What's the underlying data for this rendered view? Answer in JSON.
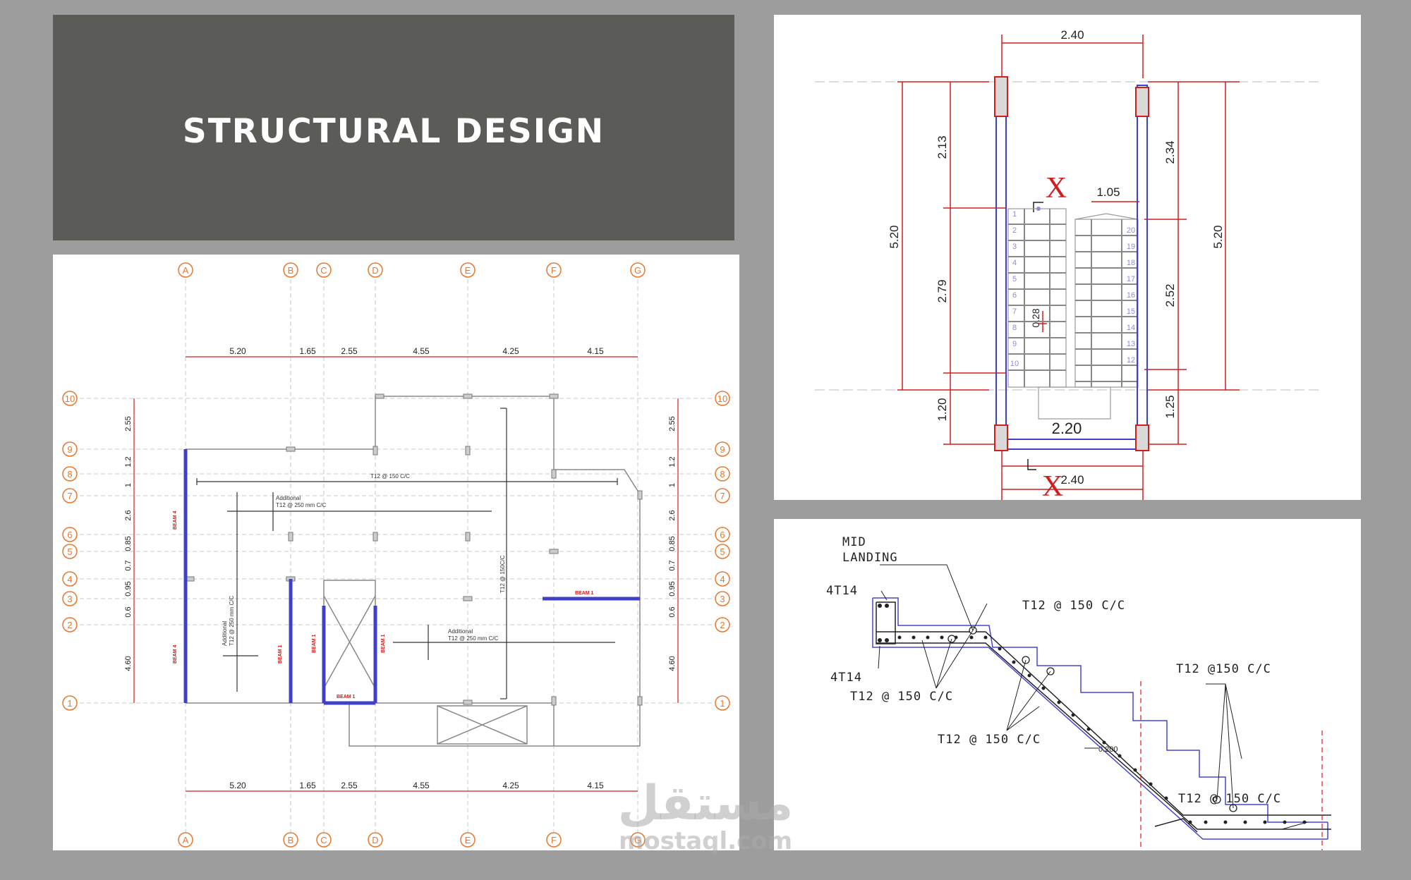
{
  "title": "STRUCTURAL DESIGN",
  "plan": {
    "grid_letters": [
      "A",
      "B",
      "C",
      "D",
      "E",
      "F",
      "G"
    ],
    "grid_numbers": [
      "10",
      "9",
      "8",
      "7",
      "6",
      "5",
      "4",
      "3",
      "2",
      "1"
    ],
    "top_dims": [
      "5.20",
      "1.65",
      "2.55",
      "4.55",
      "4.25",
      "4.15"
    ],
    "bottom_dims": [
      "5.20",
      "1.65",
      "2.55",
      "4.55",
      "4.25",
      "4.15"
    ],
    "left_dims": [
      "2.55",
      "1.2",
      "1",
      "2.6",
      "0.85",
      "0.7",
      "0.95",
      "0.6",
      "4.60"
    ],
    "slab_note_top": "T12 @ 150 C/C",
    "additional_1_a": "Additional",
    "additional_1_b": "T12 @ 250 mm C/C",
    "additional_2_a": "Additional",
    "additional_2_b": "T12 @ 250 mm C/C",
    "additional_3_a": "Additional",
    "additional_3_b": "T12 @ 250 mm C/C",
    "vertical_note": "T12 @ 150C/C",
    "beam_4": "BEAM 4",
    "beam_1": "BEAM 1",
    "colors": {
      "grid_bubble": "#e8772e",
      "dim_red": "#d21d1d",
      "beam_blue": "#3f3fc8"
    }
  },
  "stair": {
    "top_width": "2.40",
    "bottom_width": "2.40",
    "inner_width": "2.20",
    "landing_width": "1.05",
    "left_overall": "5.20",
    "right_overall": "5.20",
    "left_segments": [
      "2.13",
      "2.79",
      "1.20"
    ],
    "right_segments": [
      "2.34",
      "2.52",
      "1.25"
    ],
    "riser": "0.28",
    "section_mark": "X",
    "left_steps": [
      "1",
      "2",
      "3",
      "4",
      "5",
      "6",
      "7",
      "8",
      "9",
      "10"
    ],
    "right_steps": [
      "20",
      "19",
      "18",
      "17",
      "16",
      "15",
      "14",
      "13",
      "12"
    ]
  },
  "section": {
    "mid_landing": "MID",
    "mid_landing_2": "LANDING",
    "bar_top": "4T14",
    "bar_bottom": "4T14",
    "label_1": "T12 @ 150 C/C",
    "label_2": "T12 @ 150 C/C",
    "label_3": "T12 @ 150 C/C",
    "label_4": "T12 @150 C/C",
    "label_5": "T12 @ 150 C/C",
    "thickness": "0.200"
  },
  "watermark": {
    "arabic": "مستقل",
    "latin": "mostaql.com"
  }
}
